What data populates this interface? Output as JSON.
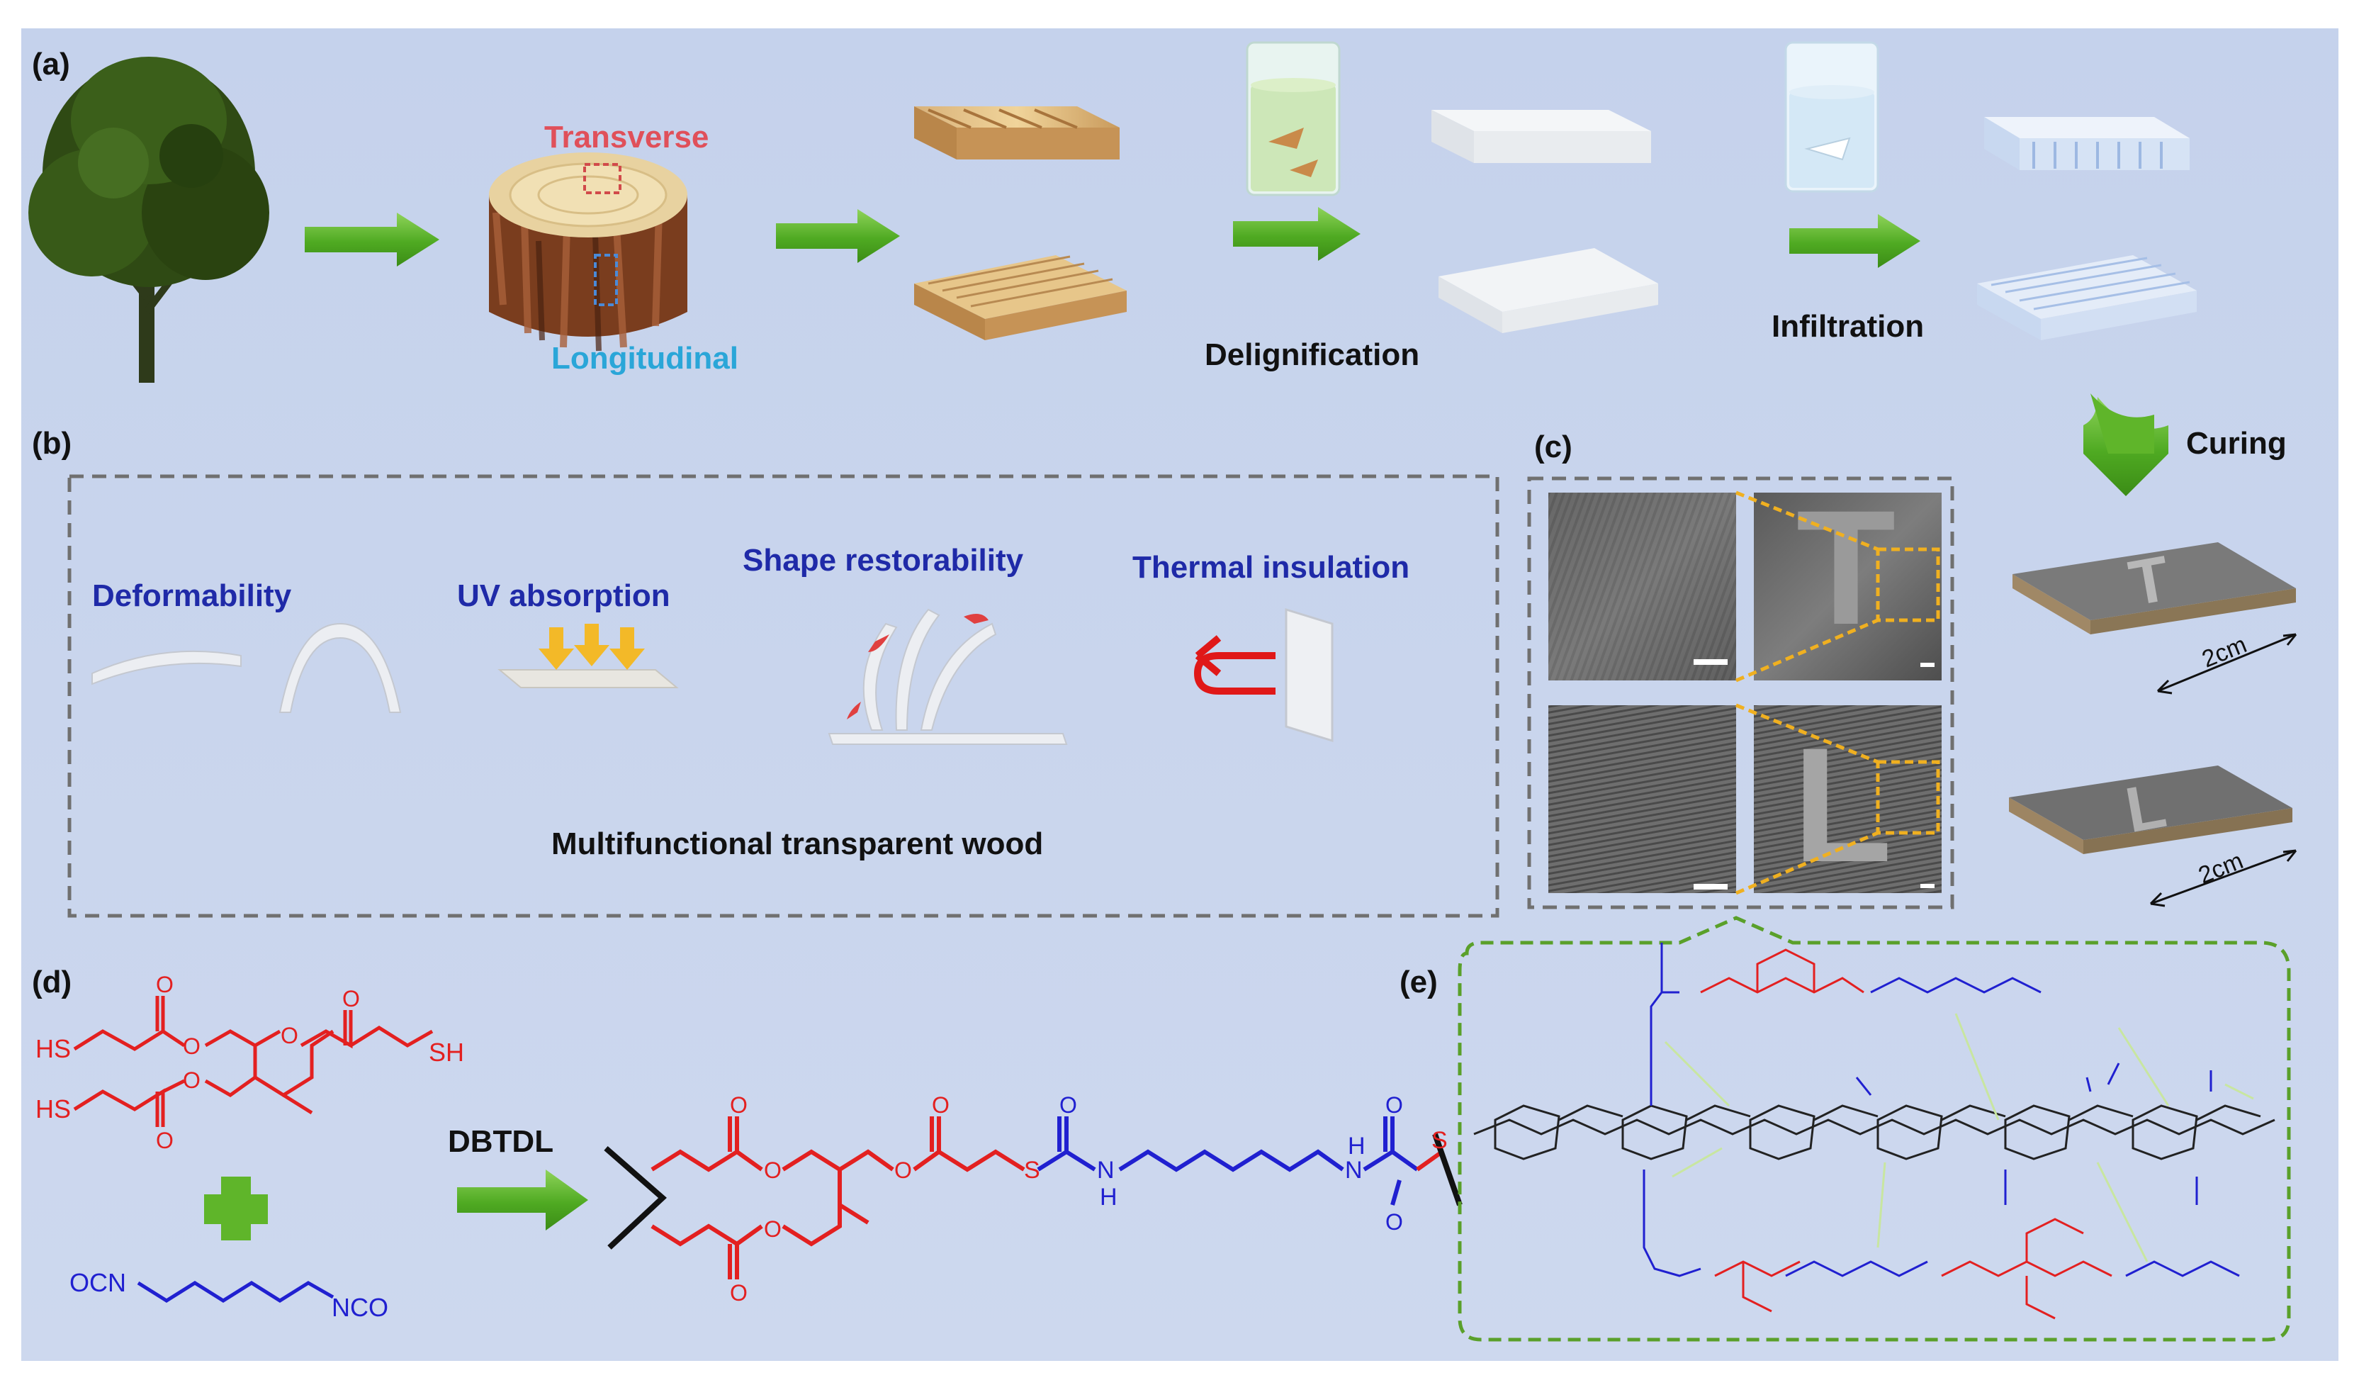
{
  "panels": {
    "a": {
      "label": "(a)",
      "transverse": "Transverse",
      "longitudinal": "Longitudinal",
      "delignification": "Delignification",
      "infiltration": "Infiltration",
      "curing": "Curing"
    },
    "b": {
      "label": "(b)",
      "deformability": "Deformability",
      "uv_absorption": "UV absorption",
      "shape_restorability": "Shape restorability",
      "thermal_insulation": "Thermal insulation",
      "caption": "Multifunctional transparent wood"
    },
    "c": {
      "label": "(c)",
      "dim_top": "2cm",
      "dim_bottom": "2cm",
      "letter_t": "T",
      "letter_l": "L"
    },
    "d": {
      "label": "(d)",
      "hs1": "HS",
      "hs2": "HS",
      "sh": "SH",
      "ocn": "OCN",
      "nco": "NCO",
      "catalyst": "DBTDL",
      "s1": "S",
      "s2": "S",
      "n_h1": "N",
      "h1": "H",
      "n_h2": "N",
      "h2": "H"
    },
    "e": {
      "label": "(e)"
    }
  },
  "colors": {
    "background": "#c9d5ec",
    "arrow_green": "#5fb52a",
    "red_label": "#e0505a",
    "cyan_label": "#2aa6d8",
    "blue_title": "#1f2aa8",
    "chem_red": "#e32020",
    "chem_blue": "#2020d0",
    "dash_gray": "#707070",
    "dash_green": "#5aa02a",
    "orange_dash": "#f0b020"
  }
}
